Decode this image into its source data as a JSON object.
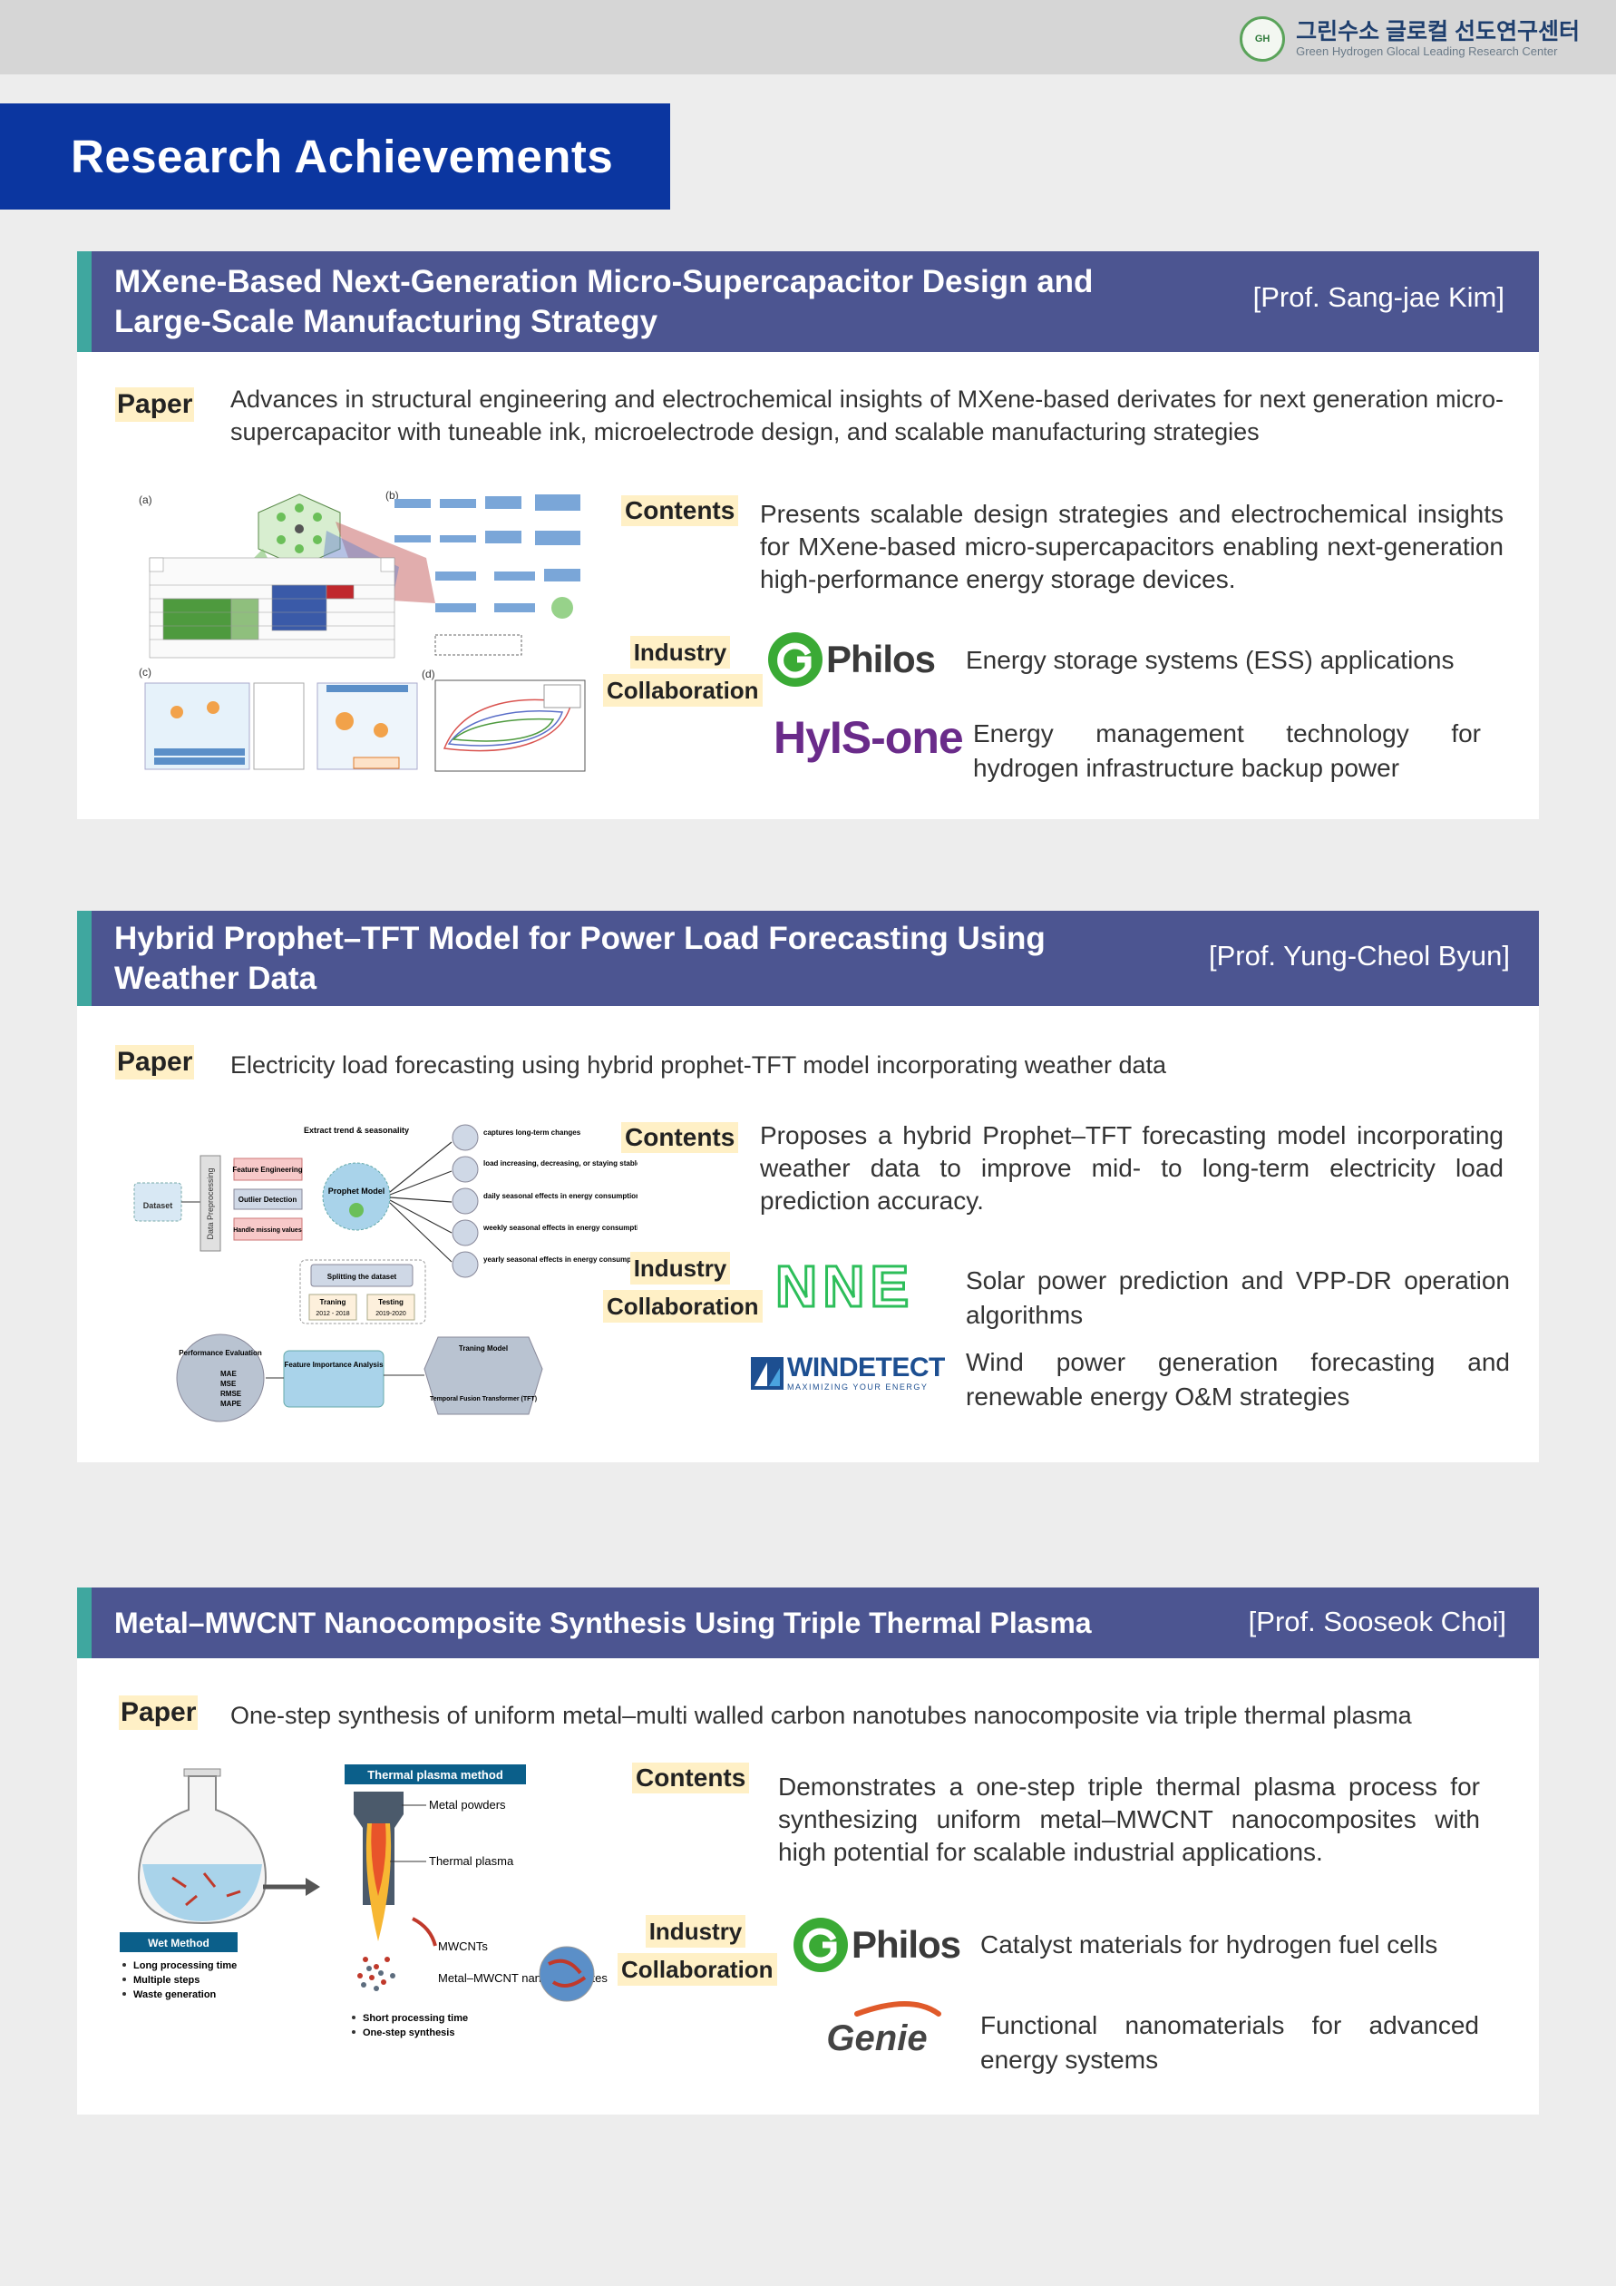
{
  "header": {
    "logo_mark": "GH",
    "org_name_kr": "그린수소 글로컬 선도연구센터",
    "org_name_en": "Green Hydrogen Glocal Leading Research Center"
  },
  "page_title": "Research Achievements",
  "labels": {
    "paper": "Paper",
    "contents": "Contents",
    "industry": "Industry",
    "collaboration": "Collaboration"
  },
  "sections": [
    {
      "title_line1": "MXene-Based Next-Generation Micro-Supercapacitor Design and",
      "title_line2": "Large-Scale Manufacturing Strategy",
      "professor": "[Prof. Sang-jae Kim]",
      "paper": "Advances in structural engineering and electrochemical insights of MXene-based derivates for next generation micro-supercapacitor with tuneable ink, microelectrode design, and scalable manufacturing strategies",
      "contents": "Presents scalable design strategies and electrochemical insights for MXene-based micro-supercapacitors enabling next-generation high-performance energy storage devices.",
      "figure_labels": [
        "(a)",
        "(b)",
        "(c)",
        "(d)"
      ],
      "collaborations": [
        {
          "company": "Philos",
          "description": "Energy storage systems (ESS) applications"
        },
        {
          "company": "HyIS-one",
          "description": "Energy management technology for hydrogen infrastructure backup power"
        }
      ]
    },
    {
      "title_line1": "Hybrid Prophet–TFT Model for Power Load Forecasting Using",
      "title_line2": "Weather Data",
      "professor": "[Prof. Yung-Cheol Byun]",
      "paper": "Electricity load forecasting using hybrid prophet-TFT model incorporating weather data",
      "contents": "Proposes a hybrid Prophet–TFT forecasting model incorporating weather data to improve mid- to long-term electricity load prediction accuracy.",
      "figure": {
        "dataset": "Dataset",
        "preprocessing": "Data Preprocessing",
        "feature_eng": "Feature Engineering",
        "outlier": "Outlier Detection",
        "missing": "Handle missing values",
        "extract": "Extract trend & seasonality",
        "prophet": "Prophet Model",
        "effects": [
          "captures long-term changes",
          "load increasing, decreasing, or staying stable over time",
          "daily seasonal effects in energy consumption",
          "weekly seasonal effects in energy consumption",
          "yearly seasonal effects in energy consumption"
        ],
        "splitting": "Splitting the dataset",
        "training": "Traning",
        "training_years": "2012 - 2018",
        "testing": "Testing",
        "testing_years": "2019-2020",
        "training_model": "Traning Model",
        "tft": "Temporal Fusion Transformer (TFT)",
        "importance": "Feature Importance Analysis",
        "performance": "Performance Evaluation",
        "metrics": [
          "MAE",
          "MSE",
          "RMSE",
          "MAPE"
        ]
      },
      "collaborations": [
        {
          "company": "NNE",
          "description": "Solar power prediction and VPP-DR operation algorithms"
        },
        {
          "company": "WINDETECT",
          "tagline": "MAXIMIZING YOUR ENERGY",
          "description": "Wind power generation forecasting and renewable energy O&M strategies"
        }
      ]
    },
    {
      "title_line1": "Metal–MWCNT Nanocomposite Synthesis Using Triple Thermal Plasma",
      "professor": "[Prof. Sooseok Choi]",
      "paper": "One-step synthesis of uniform metal–multi walled carbon nanotubes nanocomposite via triple thermal plasma",
      "contents": "Demonstrates a one-step triple thermal plasma process for synthesizing uniform metal–MWCNT nanocomposites with high potential for scalable industrial applications.",
      "figure": {
        "wet_method": "Wet Method",
        "wet_points": [
          "Long processing time",
          "Multiple steps",
          "Waste generation"
        ],
        "plasma_method": "Thermal plasma method",
        "metal_powders": "Metal powders",
        "thermal_plasma": "Thermal plasma",
        "mwcnts": "MWCNTs",
        "nanocomposites": "Metal–MWCNT nanocomposites",
        "plasma_points": [
          "Short processing time",
          "One-step synthesis"
        ]
      },
      "collaborations": [
        {
          "company": "Philos",
          "description": "Catalyst materials for hydrogen fuel cells"
        },
        {
          "company": "Genie",
          "description": "Functional nanomaterials for advanced energy systems"
        }
      ]
    }
  ],
  "colors": {
    "banner": "#0b36a0",
    "section_header": "#4c5591",
    "section_accent": "#3fa79f",
    "label_highlight": "#fff0c6",
    "philos_green": "#3aaa35",
    "hyis_purple": "#6a2b8a",
    "nne_green": "#2dbe5a",
    "windetect_blue": "#1d4f91"
  }
}
